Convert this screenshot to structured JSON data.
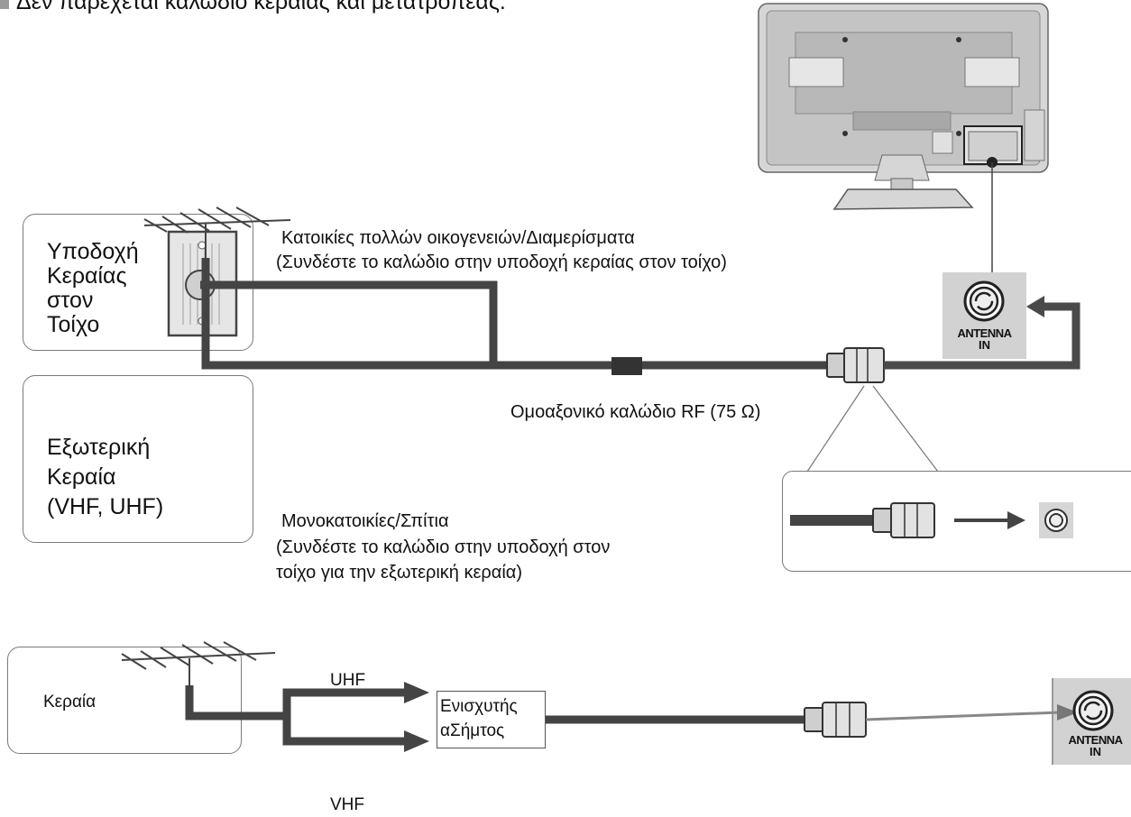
{
  "note": "Δεν παρέχεται καλώδιο κεραίας και μετατροπέας.",
  "wall_socket": {
    "lines": [
      "Υποδοχή",
      "Κεραίας",
      "στον",
      "Τοίχο"
    ]
  },
  "outdoor_antenna": {
    "lines": [
      "Εξωτερική",
      "Κεραία",
      "(VHF, UHF)"
    ]
  },
  "apartments": {
    "title": "Κατοικίες πολλών οικογενειών/Διαμερίσματα",
    "subtitle": "(Συνδέστε το καλώδιο στην υποδοχή κεραίας στον τοίχο)"
  },
  "houses": {
    "title": "Μονοκατοικίες/Σπίτια",
    "lines": [
      "(Συνδέστε το καλώδιο στην υποδοχή στον",
      "τοίχο για την εξωτερική κεραία)"
    ]
  },
  "coax_label": "Ομοαξονικό καλώδιο RF (75 Ω)",
  "antenna_in": {
    "line1": "ANTENNA",
    "line2": "IN"
  },
  "bottom": {
    "antenna_label": "Κεραία",
    "uhf": "UHF",
    "vhf": "VHF",
    "amplifier": [
      "Ενισχυτής",
      "αΣήμτος"
    ]
  }
}
